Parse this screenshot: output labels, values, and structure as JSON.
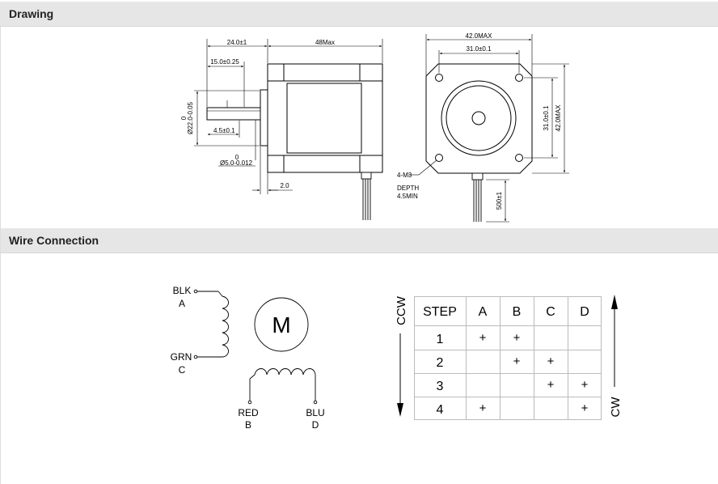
{
  "sections": {
    "drawing": "Drawing",
    "wire": "Wire Connection"
  },
  "dims": {
    "len_24": "24.0±1",
    "len_48": "48Max",
    "len_15": "15.0±0.25",
    "dia_22_top": "0",
    "dia_22": "Ø22.0-0.05",
    "len_4_5": "4.5±0.1",
    "dia_5_top": "0",
    "dia_5": "Ø5.0-0.012",
    "len_2": "2.0",
    "w_42": "42.0MAX",
    "w_31": "31.0±0.1",
    "h_31": "31.0±0.1",
    "h_42": "42.0MAX",
    "thread_1": "4-M3",
    "thread_2": "DEPTH",
    "thread_3": "4.5MIN",
    "lead_500": "500±1"
  },
  "wiring": {
    "blk": "BLK",
    "a": "A",
    "grn": "GRN",
    "c": "C",
    "red": "RED",
    "b": "B",
    "blu": "BLU",
    "d": "D",
    "motor": "M"
  },
  "sequence": {
    "ccw": "CCW",
    "cw": "CW",
    "headers": [
      "STEP",
      "A",
      "B",
      "C",
      "D"
    ],
    "rows": [
      [
        "1",
        "+",
        "+",
        "",
        ""
      ],
      [
        "2",
        "",
        "+",
        "+",
        ""
      ],
      [
        "3",
        "",
        "",
        "+",
        "+"
      ],
      [
        "4",
        "+",
        "",
        "",
        "+"
      ]
    ]
  }
}
